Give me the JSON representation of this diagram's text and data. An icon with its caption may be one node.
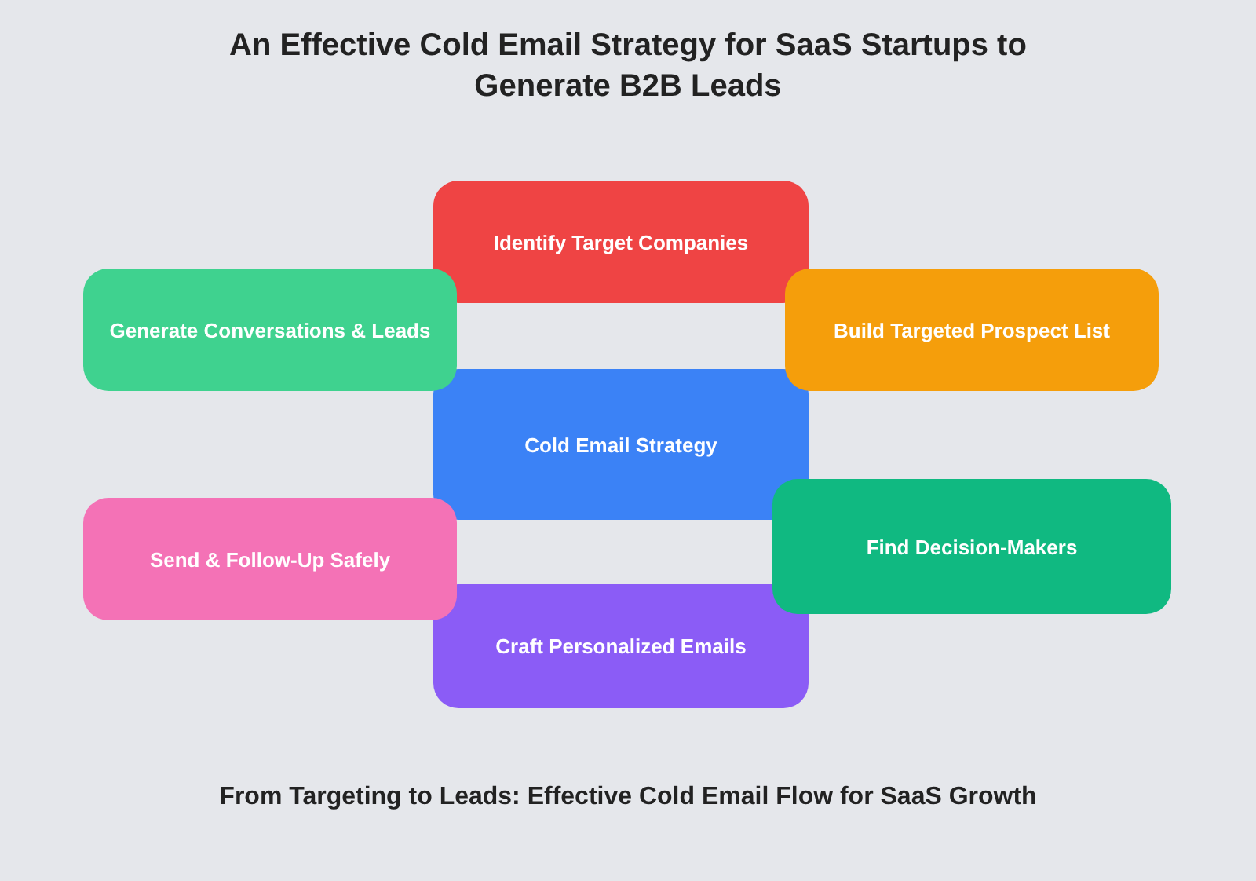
{
  "diagram": {
    "title": "An Effective Cold Email Strategy for SaaS Startups to Generate B2B Leads",
    "caption": "From Targeting to Leads: Effective Cold Email Flow for SaaS Growth",
    "nodes": [
      {
        "text": [
          "Identify Target Companies"
        ]
      },
      {
        "text": [
          "Generate Conversations & Leads"
        ]
      },
      {
        "text": [
          "Build Targeted Prospect List"
        ]
      },
      {
        "text": [
          "Cold Email Strategy"
        ]
      },
      {
        "text": [
          "Find Decision-Makers"
        ]
      },
      {
        "text": [
          "Send & Follow-Up Safely"
        ]
      },
      {
        "text": [
          "Craft Personalized Emails"
        ]
      }
    ]
  }
}
